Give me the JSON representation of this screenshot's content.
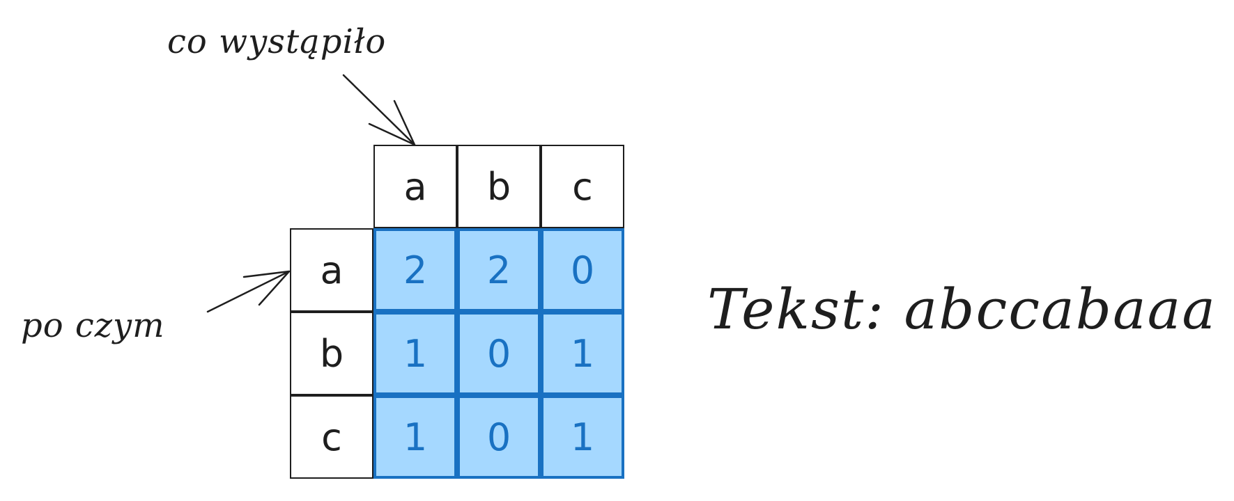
{
  "annotations": {
    "columns_label": "co wystąpiło",
    "rows_label": "po czym"
  },
  "text_label": "Tekst: abccabaaa",
  "matrix": {
    "col_headers": [
      "a",
      "b",
      "c"
    ],
    "row_headers": [
      "a",
      "b",
      "c"
    ],
    "rows": [
      [
        "2",
        "2",
        "0"
      ],
      [
        "1",
        "0",
        "1"
      ],
      [
        "1",
        "0",
        "1"
      ]
    ]
  },
  "colors": {
    "cell_fill": "#a5d8ff",
    "cell_stroke": "#1971c2",
    "ink": "#1e1e1e"
  }
}
